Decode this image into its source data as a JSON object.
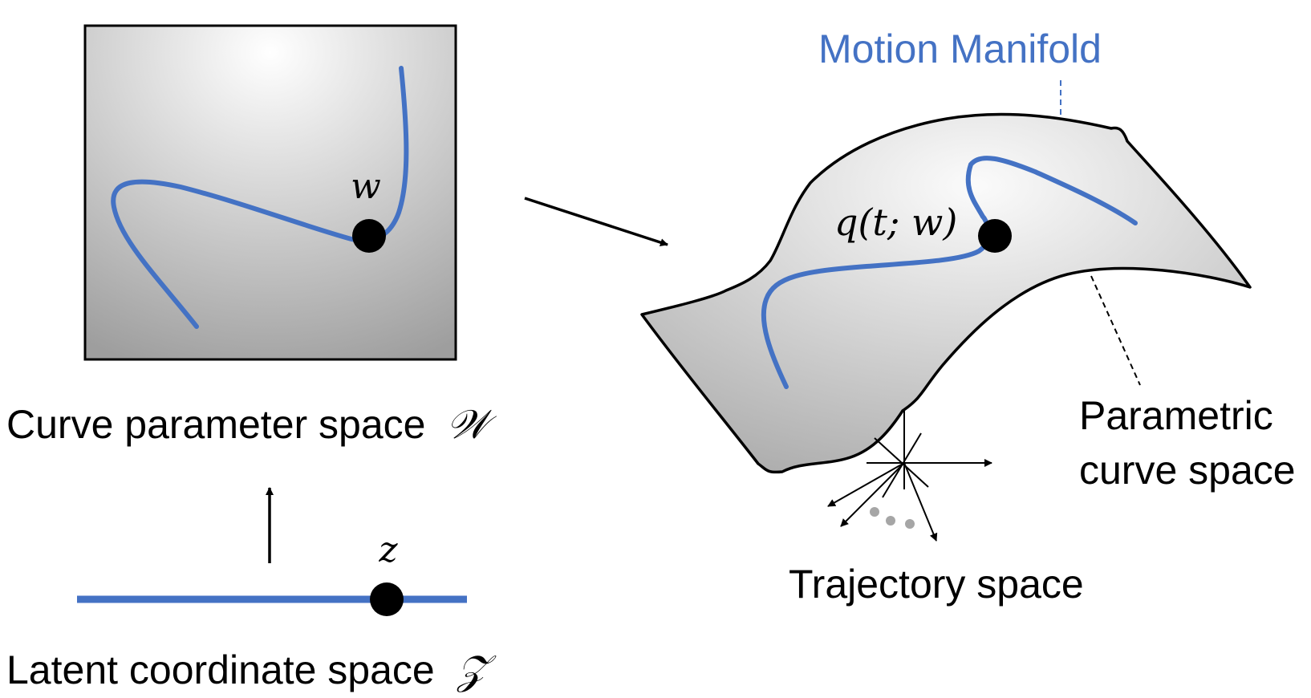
{
  "panel_w": {
    "caption": "Curve parameter space",
    "symbol": "𝒲",
    "point_label": "w"
  },
  "panel_z": {
    "caption": "Latent coordinate space",
    "symbol": "𝒵",
    "point_label": "z"
  },
  "manifold": {
    "title": "Motion Manifold",
    "point_label": "q(t; w)",
    "surface_label_line1": "Parametric",
    "surface_label_line2": "curve space",
    "trajectory_label": "Trajectory space"
  },
  "colors": {
    "curve": "#4472C4",
    "outline": "#000000",
    "dots": "#A6A6A6"
  }
}
